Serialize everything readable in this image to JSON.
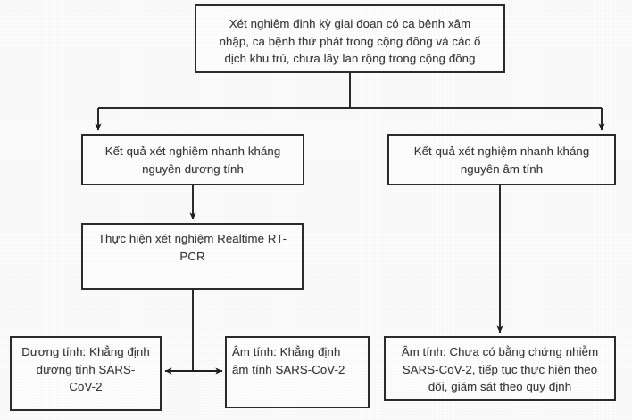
{
  "diagram": {
    "title_text": "Xét nghiệm định kỳ giai đoạn có ca bệnh xâm nhập, ca bệnh thứ phát trong cộng đồng và các ổ dịch khu trú, chưa lây lan rộng trong cộng đồng",
    "language": "vi",
    "background_color": "#fbfbfc",
    "line_color": "#2b2b2b",
    "text_color": "#3a3a3a",
    "nodes": {
      "root": {
        "label": "Xét nghiệm định kỳ giai đoạn có ca bệnh xâm\nnhập, ca bệnh thứ phát trong cộng đồng và các ổ\ndịch khu trú, chưa lây lan rộng trong cộng đồng"
      },
      "antigen_positive": {
        "label": "Kết quả xét nghiệm nhanh kháng\nnguyên dương tính"
      },
      "antigen_negative": {
        "label": "Kết quả xét nghiệm nhanh kháng\nnguyên âm tính"
      },
      "rt_pcr": {
        "label": "Thực hiện xét nghiệm Realtime RT-\nPCR"
      },
      "pcr_positive": {
        "label": "Dương tính: Khẳng định dương tính SARS-\nCoV-2"
      },
      "pcr_negative": {
        "label": "Âm tính: Khẳng định\nâm tính SARS-CoV-2"
      },
      "negative_followup": {
        "label": "Âm tính: Chưa có bằng chứng nhiễm\nSARS-CoV-2, tiếp tục thực hiện theo\ndõi, giám sát theo quy định"
      }
    },
    "edges": [
      {
        "from": "root",
        "to": "antigen_positive",
        "style": "elbow-arrow"
      },
      {
        "from": "root",
        "to": "antigen_negative",
        "style": "elbow-arrow"
      },
      {
        "from": "antigen_positive",
        "to": "rt_pcr",
        "style": "straight-arrow"
      },
      {
        "from": "antigen_negative",
        "to": "negative_followup",
        "style": "straight-arrow"
      },
      {
        "from": "rt_pcr",
        "to": "pcr_positive",
        "style": "double-arrow"
      },
      {
        "from": "rt_pcr",
        "to": "pcr_negative",
        "style": "double-arrow"
      }
    ]
  }
}
